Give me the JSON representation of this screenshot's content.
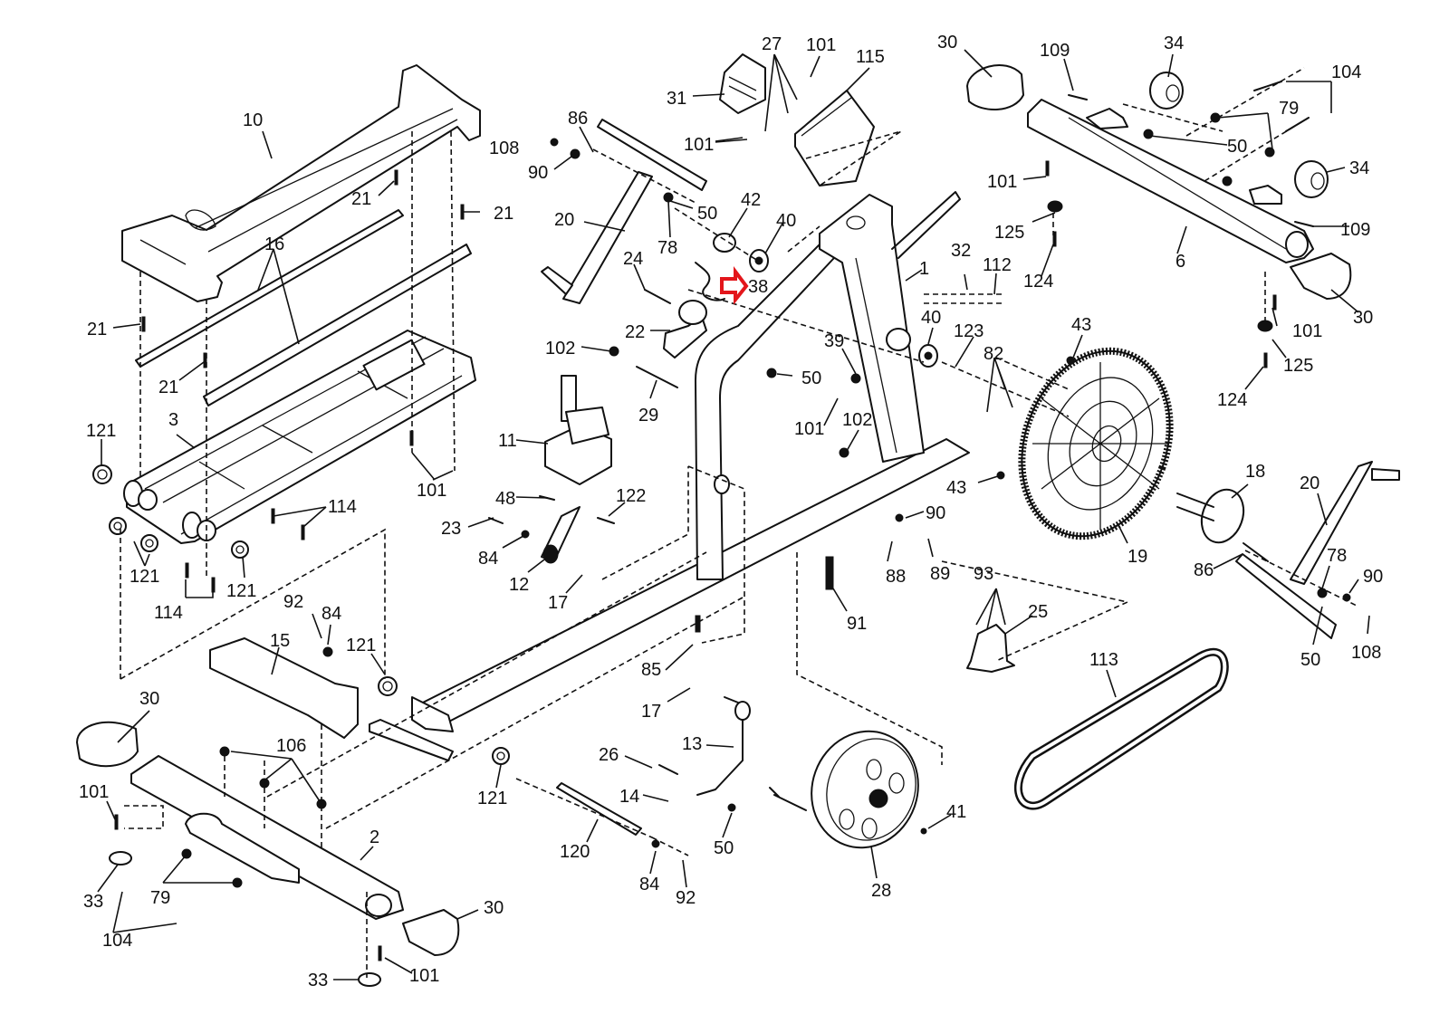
{
  "diagram": {
    "title": "Elliptical trainer exploded parts diagram",
    "highlight": {
      "part": "38",
      "indicator_color": "#e3161b",
      "indicator_icon": "right-arrow-icon"
    },
    "callout_color": "#111111",
    "callouts": [
      {
        "id": "27",
        "text": "27"
      },
      {
        "id": "101a",
        "text": "101"
      },
      {
        "id": "115",
        "text": "115"
      },
      {
        "id": "31",
        "text": "31"
      },
      {
        "id": "101b",
        "text": "101"
      },
      {
        "id": "30a",
        "text": "30"
      },
      {
        "id": "109a",
        "text": "109"
      },
      {
        "id": "34a",
        "text": "34"
      },
      {
        "id": "104a",
        "text": "104"
      },
      {
        "id": "79a",
        "text": "79"
      },
      {
        "id": "50a",
        "text": "50"
      },
      {
        "id": "34b",
        "text": "34"
      },
      {
        "id": "109b",
        "text": "109"
      },
      {
        "id": "101c",
        "text": "101"
      },
      {
        "id": "125a",
        "text": "125"
      },
      {
        "id": "124a",
        "text": "124"
      },
      {
        "id": "6",
        "text": "6"
      },
      {
        "id": "30b",
        "text": "30"
      },
      {
        "id": "101d",
        "text": "101"
      },
      {
        "id": "125b",
        "text": "125"
      },
      {
        "id": "124b",
        "text": "124"
      },
      {
        "id": "10",
        "text": "10"
      },
      {
        "id": "21a",
        "text": "21"
      },
      {
        "id": "21b",
        "text": "21"
      },
      {
        "id": "16",
        "text": "16"
      },
      {
        "id": "21c",
        "text": "21"
      },
      {
        "id": "21d",
        "text": "21"
      },
      {
        "id": "86a",
        "text": "86"
      },
      {
        "id": "108a",
        "text": "108"
      },
      {
        "id": "90a",
        "text": "90"
      },
      {
        "id": "101e",
        "text": "101"
      },
      {
        "id": "20a",
        "text": "20"
      },
      {
        "id": "50b",
        "text": "50"
      },
      {
        "id": "78a",
        "text": "78"
      },
      {
        "id": "42",
        "text": "42"
      },
      {
        "id": "40a",
        "text": "40"
      },
      {
        "id": "38",
        "text": "38"
      },
      {
        "id": "24",
        "text": "24"
      },
      {
        "id": "22",
        "text": "22"
      },
      {
        "id": "1",
        "text": "1"
      },
      {
        "id": "32",
        "text": "32"
      },
      {
        "id": "112",
        "text": "112"
      },
      {
        "id": "40b",
        "text": "40"
      },
      {
        "id": "123",
        "text": "123"
      },
      {
        "id": "82",
        "text": "82"
      },
      {
        "id": "43a",
        "text": "43"
      },
      {
        "id": "102a",
        "text": "102"
      },
      {
        "id": "29",
        "text": "29"
      },
      {
        "id": "50c",
        "text": "50"
      },
      {
        "id": "39",
        "text": "39"
      },
      {
        "id": "101f",
        "text": "101"
      },
      {
        "id": "102b",
        "text": "102"
      },
      {
        "id": "11",
        "text": "11"
      },
      {
        "id": "3",
        "text": "3"
      },
      {
        "id": "121a",
        "text": "121"
      },
      {
        "id": "101g",
        "text": "101"
      },
      {
        "id": "48",
        "text": "48"
      },
      {
        "id": "122",
        "text": "122"
      },
      {
        "id": "23",
        "text": "23"
      },
      {
        "id": "84a",
        "text": "84"
      },
      {
        "id": "12",
        "text": "12"
      },
      {
        "id": "17a",
        "text": "17"
      },
      {
        "id": "114a",
        "text": "114"
      },
      {
        "id": "121b",
        "text": "121"
      },
      {
        "id": "121c",
        "text": "121"
      },
      {
        "id": "114b",
        "text": "114"
      },
      {
        "id": "43b",
        "text": "43"
      },
      {
        "id": "90b",
        "text": "90"
      },
      {
        "id": "88",
        "text": "88"
      },
      {
        "id": "89",
        "text": "89"
      },
      {
        "id": "91",
        "text": "91"
      },
      {
        "id": "93",
        "text": "93"
      },
      {
        "id": "25",
        "text": "25"
      },
      {
        "id": "19",
        "text": "19"
      },
      {
        "id": "18",
        "text": "18"
      },
      {
        "id": "20b",
        "text": "20"
      },
      {
        "id": "86b",
        "text": "86"
      },
      {
        "id": "78b",
        "text": "78"
      },
      {
        "id": "90c",
        "text": "90"
      },
      {
        "id": "50d",
        "text": "50"
      },
      {
        "id": "108b",
        "text": "108"
      },
      {
        "id": "113",
        "text": "113"
      },
      {
        "id": "92a",
        "text": "92"
      },
      {
        "id": "84b",
        "text": "84"
      },
      {
        "id": "15",
        "text": "15"
      },
      {
        "id": "121d",
        "text": "121"
      },
      {
        "id": "30c",
        "text": "30"
      },
      {
        "id": "106",
        "text": "106"
      },
      {
        "id": "85",
        "text": "85"
      },
      {
        "id": "17b",
        "text": "17"
      },
      {
        "id": "13",
        "text": "13"
      },
      {
        "id": "26",
        "text": "26"
      },
      {
        "id": "14",
        "text": "14"
      },
      {
        "id": "50e",
        "text": "50"
      },
      {
        "id": "121e",
        "text": "121"
      },
      {
        "id": "120",
        "text": "120"
      },
      {
        "id": "84c",
        "text": "84"
      },
      {
        "id": "92b",
        "text": "92"
      },
      {
        "id": "41",
        "text": "41"
      },
      {
        "id": "28",
        "text": "28"
      },
      {
        "id": "101h",
        "text": "101"
      },
      {
        "id": "2",
        "text": "2"
      },
      {
        "id": "33a",
        "text": "33"
      },
      {
        "id": "79b",
        "text": "79"
      },
      {
        "id": "104b",
        "text": "104"
      },
      {
        "id": "30d",
        "text": "30"
      },
      {
        "id": "33b",
        "text": "33"
      },
      {
        "id": "101i",
        "text": "101"
      }
    ]
  }
}
